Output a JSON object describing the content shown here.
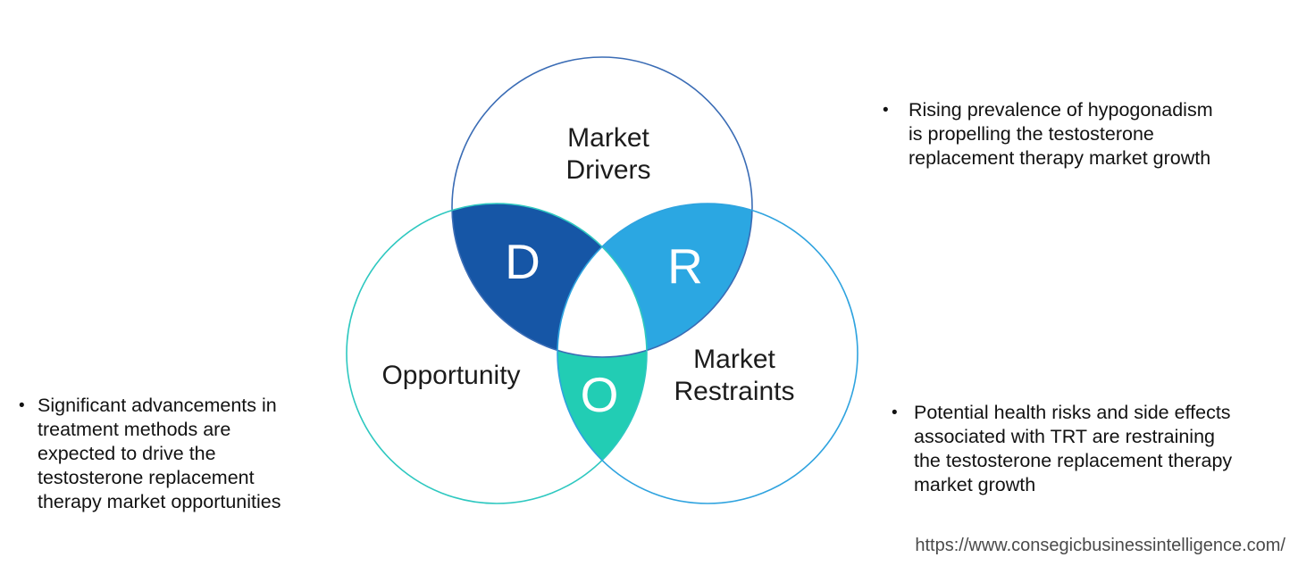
{
  "page": {
    "background": "#ffffff"
  },
  "venn": {
    "center_fill": "#ffffff",
    "drivers": {
      "letter": "D",
      "label_lines": [
        "Market",
        "Drivers"
      ],
      "fill": "#1656a6",
      "stroke": "#3a6cb5"
    },
    "opportunity": {
      "letter": "O",
      "label_lines": [
        "Opportunity"
      ],
      "fill": "#22cdb4",
      "stroke": "#2ec8c0"
    },
    "restraints": {
      "letter": "R",
      "label_lines": [
        "Market",
        "Restraints"
      ],
      "fill": "#2ba7e2",
      "stroke": "#2fa3df"
    }
  },
  "notes": {
    "bullet_char": "•",
    "drivers": {
      "lines": [
        "Rising prevalence of hypogonadism",
        "is propelling the testosterone",
        "replacement therapy market growth"
      ]
    },
    "opportunity": {
      "lines": [
        "Significant advancements in",
        "treatment methods are",
        "expected to drive the",
        "testosterone replacement",
        "therapy market opportunities"
      ]
    },
    "restraints": {
      "lines": [
        "Potential health risks and side effects",
        "associated with TRT are restraining",
        "the testosterone replacement therapy",
        "market growth"
      ]
    }
  },
  "footer": {
    "url": "https://www.consegicbusinessintelligence.com/"
  }
}
